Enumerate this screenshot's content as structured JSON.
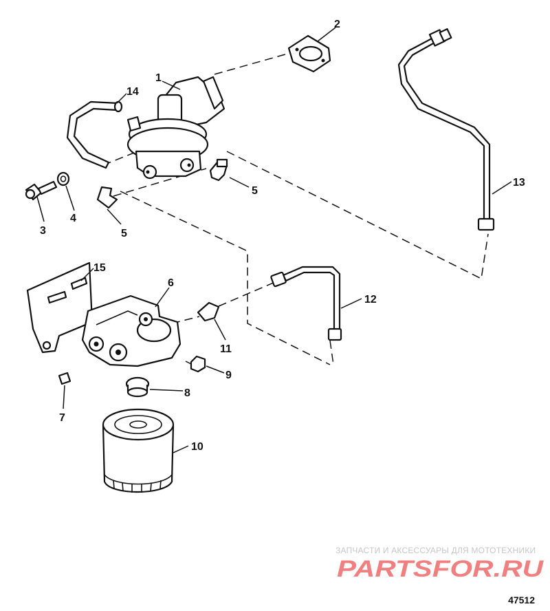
{
  "callouts": [
    {
      "id": "1",
      "label": "1"
    },
    {
      "id": "2",
      "label": "2"
    },
    {
      "id": "3",
      "label": "3"
    },
    {
      "id": "4",
      "label": "4"
    },
    {
      "id": "5a",
      "label": "5"
    },
    {
      "id": "5b",
      "label": "5"
    },
    {
      "id": "6",
      "label": "6"
    },
    {
      "id": "7",
      "label": "7"
    },
    {
      "id": "8",
      "label": "8"
    },
    {
      "id": "9",
      "label": "9"
    },
    {
      "id": "10",
      "label": "10"
    },
    {
      "id": "11",
      "label": "11"
    },
    {
      "id": "12",
      "label": "12"
    },
    {
      "id": "13",
      "label": "13"
    },
    {
      "id": "14",
      "label": "14"
    },
    {
      "id": "15",
      "label": "15"
    }
  ],
  "watermark": {
    "line1": "ЗАПЧАСТИ И АКСЕССУАРЫ ДЛЯ МОТОТЕХНИКИ",
    "logo": "PARTSFOR.RU",
    "color": "#f08080"
  },
  "drawing_number": "47512"
}
